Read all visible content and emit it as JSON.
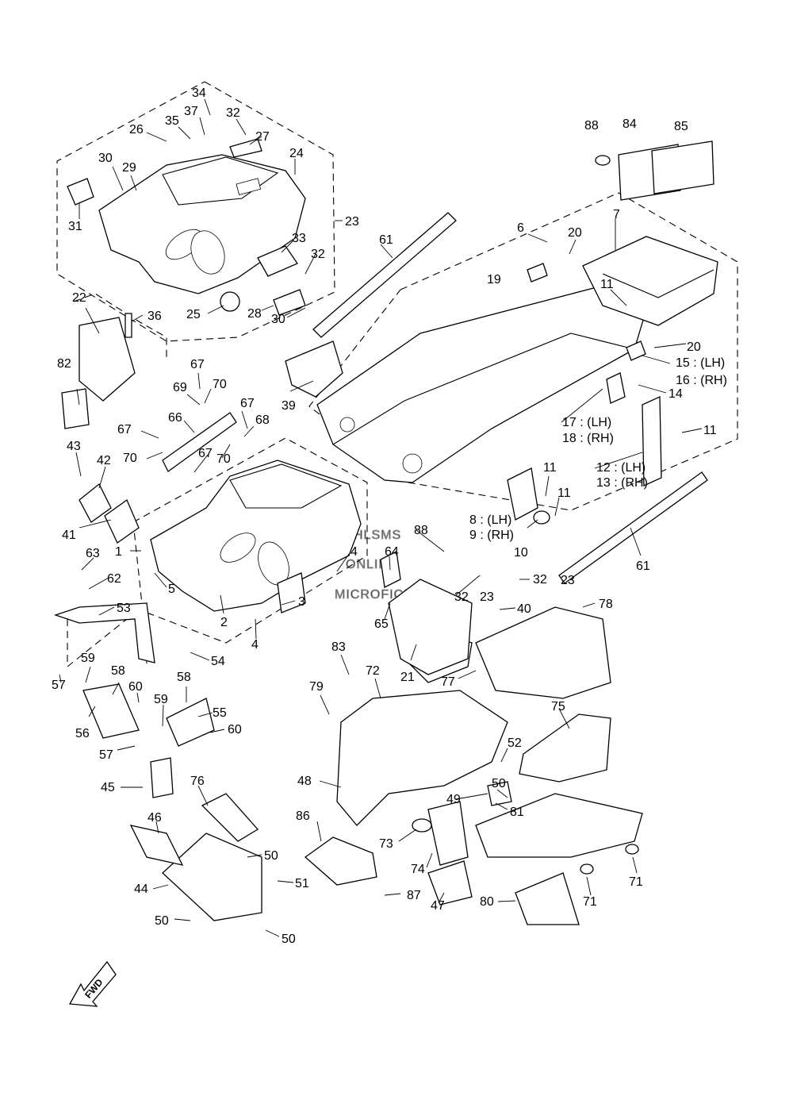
{
  "watermark": [
    "HLSMS",
    "ONLINE",
    "MICROFICHE"
  ],
  "fwd_label": "FWD",
  "callouts": [
    {
      "id": "c34",
      "text": "34"
    },
    {
      "id": "c37",
      "text": "37"
    },
    {
      "id": "c32a",
      "text": "32"
    },
    {
      "id": "c35",
      "text": "35"
    },
    {
      "id": "c26",
      "text": "26"
    },
    {
      "id": "c27",
      "text": "27"
    },
    {
      "id": "c24",
      "text": "24"
    },
    {
      "id": "c30a",
      "text": "30"
    },
    {
      "id": "c29",
      "text": "29"
    },
    {
      "id": "c31",
      "text": "31"
    },
    {
      "id": "c23a",
      "text": "23"
    },
    {
      "id": "c33",
      "text": "33"
    },
    {
      "id": "c32b",
      "text": "32"
    },
    {
      "id": "c25",
      "text": "25"
    },
    {
      "id": "c28",
      "text": "28"
    },
    {
      "id": "c30b",
      "text": "30"
    },
    {
      "id": "c88a",
      "text": "88"
    },
    {
      "id": "c84",
      "text": "84"
    },
    {
      "id": "c85",
      "text": "85"
    },
    {
      "id": "c61a",
      "text": "61"
    },
    {
      "id": "c6",
      "text": "6"
    },
    {
      "id": "c7",
      "text": "7"
    },
    {
      "id": "c20a",
      "text": "20"
    },
    {
      "id": "c19",
      "text": "19"
    },
    {
      "id": "c11a",
      "text": "11"
    },
    {
      "id": "c20b",
      "text": "20"
    },
    {
      "id": "c15",
      "text": "15 : (LH)"
    },
    {
      "id": "c16",
      "text": "16 : (RH)"
    },
    {
      "id": "c14",
      "text": "14"
    },
    {
      "id": "c17",
      "text": "17 : (LH)"
    },
    {
      "id": "c18",
      "text": "18 : (RH)"
    },
    {
      "id": "c11b",
      "text": "11"
    },
    {
      "id": "c12",
      "text": "12 : (LH)"
    },
    {
      "id": "c13",
      "text": "13 : (RH)"
    },
    {
      "id": "c11c",
      "text": "11"
    },
    {
      "id": "c11d",
      "text": "11"
    },
    {
      "id": "c8",
      "text": "8 : (LH)"
    },
    {
      "id": "c9",
      "text": "9 : (RH)"
    },
    {
      "id": "c10",
      "text": "10"
    },
    {
      "id": "c61b",
      "text": "61"
    },
    {
      "id": "c22",
      "text": "22"
    },
    {
      "id": "c36",
      "text": "36"
    },
    {
      "id": "c82",
      "text": "82"
    },
    {
      "id": "c67a",
      "text": "67"
    },
    {
      "id": "c69",
      "text": "69"
    },
    {
      "id": "c70a",
      "text": "70"
    },
    {
      "id": "c39",
      "text": "39"
    },
    {
      "id": "c66",
      "text": "66"
    },
    {
      "id": "c67b",
      "text": "67"
    },
    {
      "id": "c68",
      "text": "68"
    },
    {
      "id": "c67c",
      "text": "67"
    },
    {
      "id": "c70b",
      "text": "70"
    },
    {
      "id": "c67d",
      "text": "67"
    },
    {
      "id": "c70c",
      "text": "70"
    },
    {
      "id": "c43",
      "text": "43"
    },
    {
      "id": "c42",
      "text": "42"
    },
    {
      "id": "c41",
      "text": "41"
    },
    {
      "id": "c88b",
      "text": "88"
    },
    {
      "id": "c1",
      "text": "1"
    },
    {
      "id": "c4a",
      "text": "4"
    },
    {
      "id": "c64",
      "text": "64"
    },
    {
      "id": "c63",
      "text": "63"
    },
    {
      "id": "c62",
      "text": "62"
    },
    {
      "id": "c5",
      "text": "5"
    },
    {
      "id": "c3",
      "text": "3"
    },
    {
      "id": "c53",
      "text": "53"
    },
    {
      "id": "c2",
      "text": "2"
    },
    {
      "id": "c4b",
      "text": "4"
    },
    {
      "id": "c32c",
      "text": "32"
    },
    {
      "id": "c23b",
      "text": "23"
    },
    {
      "id": "c32d",
      "text": "32"
    },
    {
      "id": "c23c",
      "text": "23"
    },
    {
      "id": "c65",
      "text": "65"
    },
    {
      "id": "c40",
      "text": "40"
    },
    {
      "id": "c78",
      "text": "78"
    },
    {
      "id": "c54",
      "text": "54"
    },
    {
      "id": "c59a",
      "text": "59"
    },
    {
      "id": "c21",
      "text": "21"
    },
    {
      "id": "c77",
      "text": "77"
    },
    {
      "id": "c58a",
      "text": "58"
    },
    {
      "id": "c57a",
      "text": "57"
    },
    {
      "id": "c60a",
      "text": "60"
    },
    {
      "id": "c83",
      "text": "83"
    },
    {
      "id": "c72",
      "text": "72"
    },
    {
      "id": "c58b",
      "text": "58"
    },
    {
      "id": "c79",
      "text": "79"
    },
    {
      "id": "c59b",
      "text": "59"
    },
    {
      "id": "c55",
      "text": "55"
    },
    {
      "id": "c56",
      "text": "56"
    },
    {
      "id": "c60b",
      "text": "60"
    },
    {
      "id": "c75",
      "text": "75"
    },
    {
      "id": "c57b",
      "text": "57"
    },
    {
      "id": "c52",
      "text": "52"
    },
    {
      "id": "c45",
      "text": "45"
    },
    {
      "id": "c48",
      "text": "48"
    },
    {
      "id": "c76",
      "text": "76"
    },
    {
      "id": "c50a",
      "text": "50"
    },
    {
      "id": "c49",
      "text": "49"
    },
    {
      "id": "c81",
      "text": "81"
    },
    {
      "id": "c46",
      "text": "46"
    },
    {
      "id": "c86",
      "text": "86"
    },
    {
      "id": "c50b",
      "text": "50"
    },
    {
      "id": "c73",
      "text": "73"
    },
    {
      "id": "c44",
      "text": "44"
    },
    {
      "id": "c51",
      "text": "51"
    },
    {
      "id": "c74",
      "text": "74"
    },
    {
      "id": "c71a",
      "text": "71"
    },
    {
      "id": "c87",
      "text": "87"
    },
    {
      "id": "c47",
      "text": "47"
    },
    {
      "id": "c80",
      "text": "80"
    },
    {
      "id": "c71b",
      "text": "71"
    },
    {
      "id": "c50c",
      "text": "50"
    },
    {
      "id": "c50d",
      "text": "50"
    }
  ]
}
